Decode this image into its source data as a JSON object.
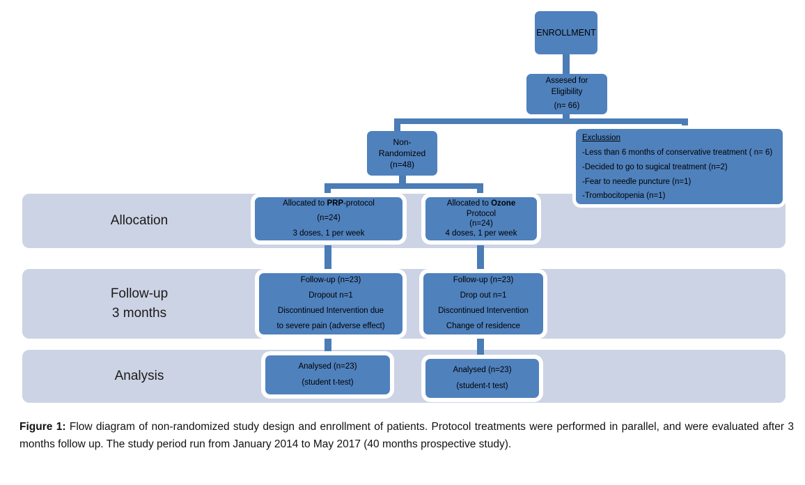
{
  "figure": {
    "colors": {
      "node_fill": "#4f81bd",
      "band_fill": "#ccd3e4",
      "connector": "#4a7cb5",
      "text": "#000000"
    },
    "nodes": {
      "enrollment": {
        "label": "ENROLLMENT"
      },
      "assessed": {
        "line1": "Assesed for",
        "line2": "Eligibility",
        "line3": "(n= 66)"
      },
      "non_randomized": {
        "line1": "Non-",
        "line2": "Randomized",
        "line3": "(n=48)"
      },
      "exclusion": {
        "title": "Exclussion",
        "items": [
          "-Less than 6 months of conservative treatment ( n= 6)",
          "-Decided to go to sugical treatment (n=2)",
          "-Fear to needle puncture (n=1)",
          "-Trombocitopenia (n=1)"
        ]
      },
      "alloc_prp": {
        "line1_pre": "Allocated to ",
        "line1_bold": "PRP",
        "line1_post": "-protocol",
        "line2": "(n=24)",
        "line3": "3 doses, 1 per week"
      },
      "alloc_ozone": {
        "line1_pre": "Allocated to ",
        "line1_bold": "Ozone",
        "line2": "Protocol",
        "line3": "(n=24)",
        "line4": "4 doses, 1 per week"
      },
      "followup_prp": {
        "line1": "Follow-up (n=23)",
        "line2": "Dropout n=1",
        "line3": "Discontinued Intervention due",
        "line4": "to severe pain (adverse effect)"
      },
      "followup_ozone": {
        "line1": "Follow-up (n=23)",
        "line2": "Drop out n=1",
        "line3": "Discontinued Intervention",
        "line4": "Change of residence"
      },
      "analysis_prp": {
        "line1": "Analysed (n=23)",
        "line2": "(student t-test)"
      },
      "analysis_ozone": {
        "line1": "Analysed (n=23)",
        "line2": "(student-t test)"
      }
    },
    "bands": [
      {
        "label_line1": "Allocation",
        "label_line2": ""
      },
      {
        "label_line1": "Follow-up",
        "label_line2": "3 months"
      },
      {
        "label_line1": "Analysis",
        "label_line2": ""
      }
    ],
    "caption": {
      "prefix": "Figure 1:",
      "text": " Flow diagram of non-randomized study design and enrollment of patients. Protocol treatments were performed in parallel, and were evaluated after 3 months follow up. The study period run from January 2014 to May 2017 (40 months prospective study)."
    }
  }
}
